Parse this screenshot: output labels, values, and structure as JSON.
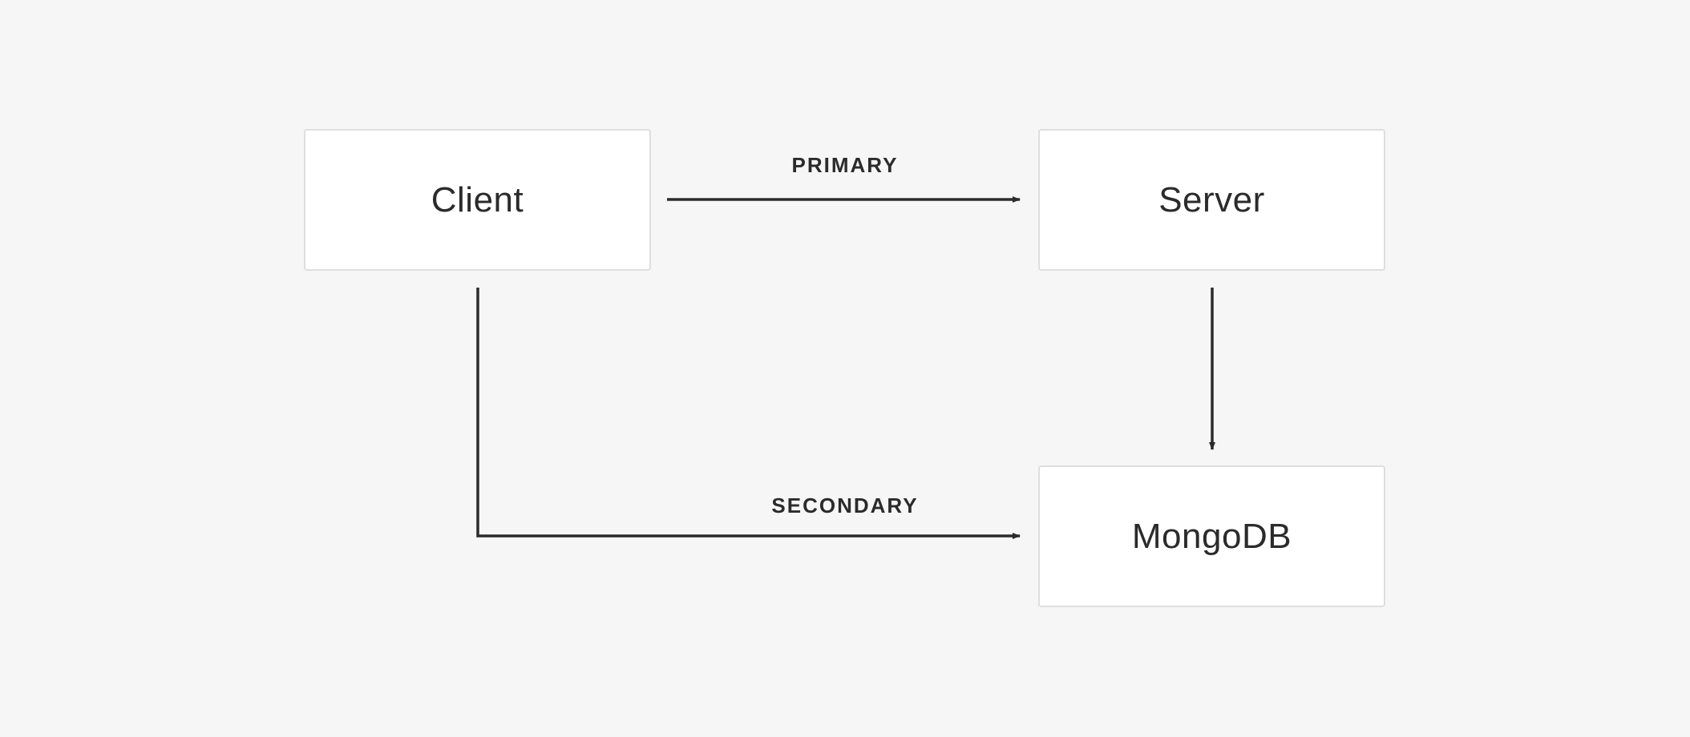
{
  "nodes": {
    "client": {
      "label": "Client"
    },
    "server": {
      "label": "Server"
    },
    "mongodb": {
      "label": "MongoDB"
    }
  },
  "edges": {
    "primary": {
      "label": "PRIMARY",
      "from": "client",
      "to": "server"
    },
    "secondary": {
      "label": "SECONDARY",
      "from": "client",
      "to": "mongodb"
    },
    "server_to_db": {
      "label": "",
      "from": "server",
      "to": "mongodb"
    }
  },
  "colors": {
    "background": "#f6f6f6",
    "node_fill": "#ffffff",
    "node_border": "#dedede",
    "line": "#2b2b2b",
    "text": "#2b2b2b"
  }
}
